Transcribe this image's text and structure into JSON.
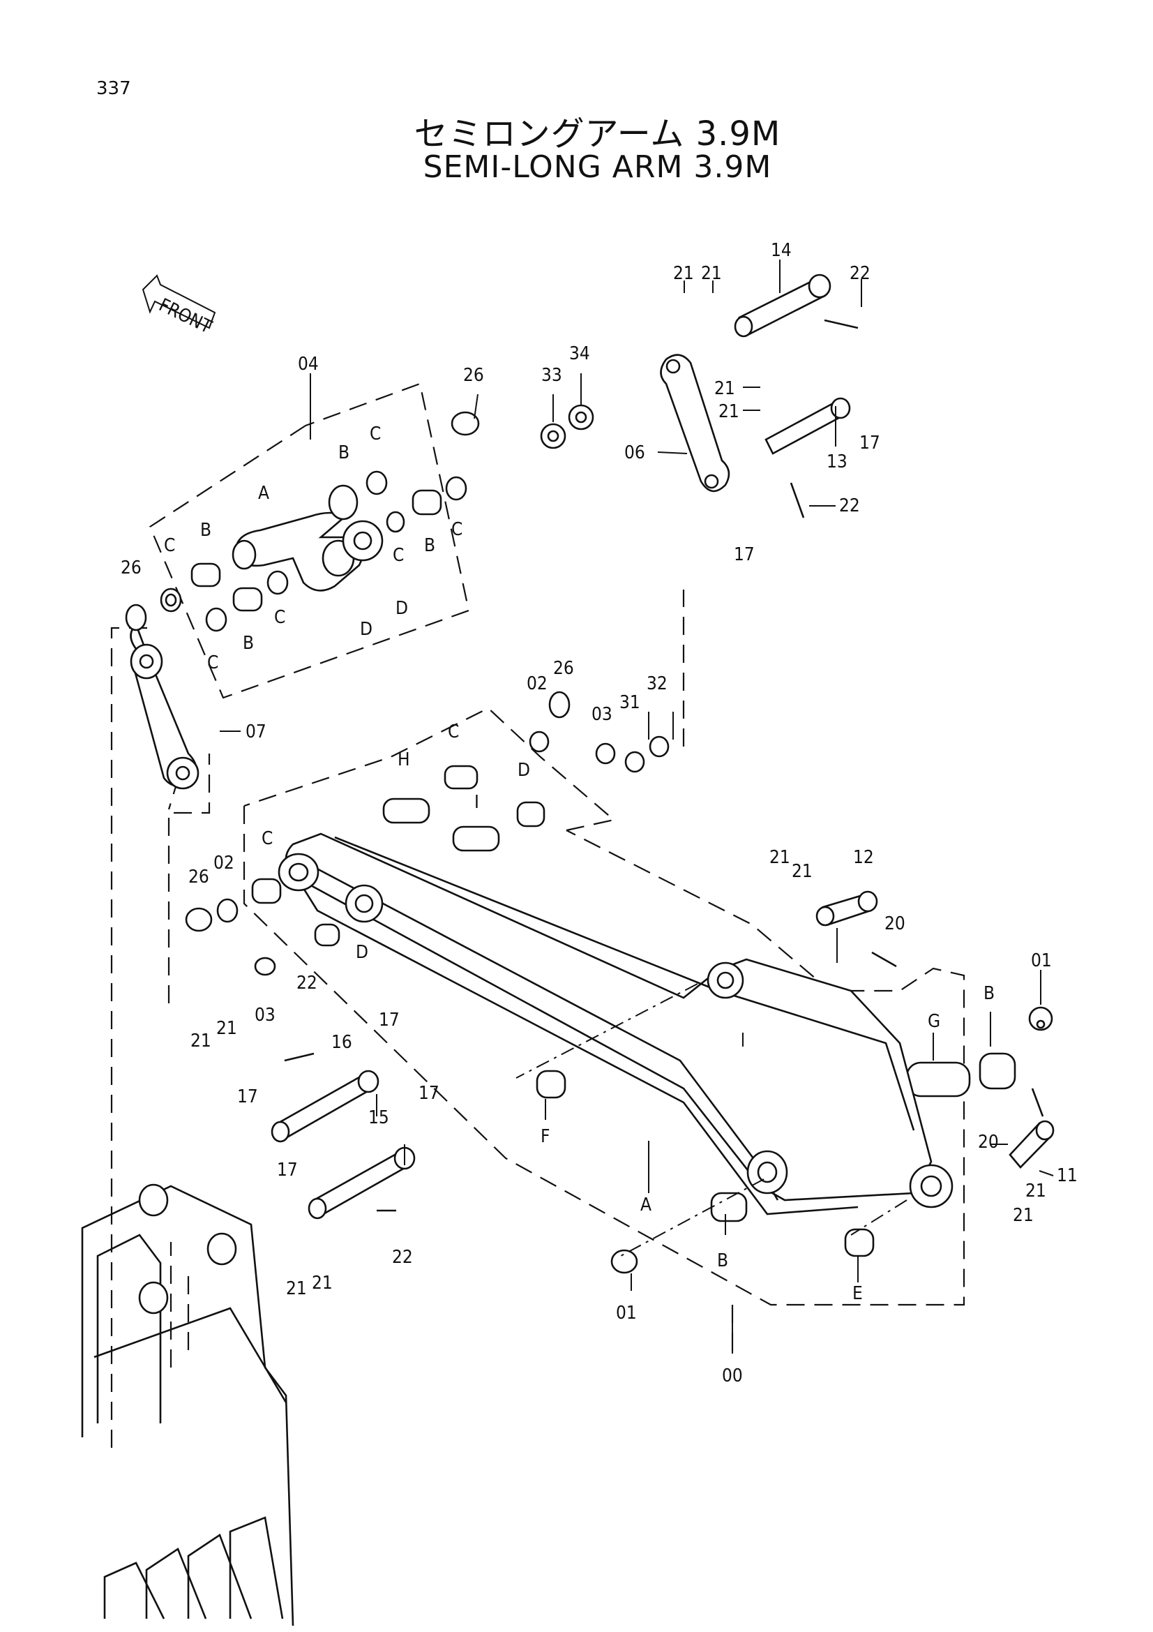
{
  "page_number": "337",
  "title_jp": "セミロングアーム 3.9M",
  "title_en": "SEMI-LONG ARM 3.9M",
  "front_label": "FRONT",
  "labels": [
    {
      "id": "l14",
      "text": "14"
    },
    {
      "id": "l21a",
      "text": "21"
    },
    {
      "id": "l21b",
      "text": "21"
    },
    {
      "id": "l22a",
      "text": "22"
    },
    {
      "id": "l04",
      "text": "04"
    },
    {
      "id": "l26a",
      "text": "26"
    },
    {
      "id": "l33",
      "text": "33"
    },
    {
      "id": "l34",
      "text": "34"
    },
    {
      "id": "l21c",
      "text": "21"
    },
    {
      "id": "l21d",
      "text": "21"
    },
    {
      "id": "l17a",
      "text": "17"
    },
    {
      "id": "l13",
      "text": "13"
    },
    {
      "id": "l06",
      "text": "06"
    },
    {
      "id": "l22b",
      "text": "22"
    },
    {
      "id": "l17b",
      "text": "17"
    },
    {
      "id": "lB1",
      "text": "B"
    },
    {
      "id": "lC1",
      "text": "C"
    },
    {
      "id": "lA1",
      "text": "A"
    },
    {
      "id": "lB2",
      "text": "B"
    },
    {
      "id": "lC2",
      "text": "C"
    },
    {
      "id": "lB3",
      "text": "B"
    },
    {
      "id": "lC3",
      "text": "C"
    },
    {
      "id": "lC4",
      "text": "C"
    },
    {
      "id": "lD1",
      "text": "D"
    },
    {
      "id": "lD2",
      "text": "D"
    },
    {
      "id": "lC5",
      "text": "C"
    },
    {
      "id": "lB4",
      "text": "B"
    },
    {
      "id": "lC6",
      "text": "C"
    },
    {
      "id": "l26b",
      "text": "26"
    },
    {
      "id": "l07",
      "text": "07"
    },
    {
      "id": "l02a",
      "text": "02"
    },
    {
      "id": "l26c",
      "text": "26"
    },
    {
      "id": "l03a",
      "text": "03"
    },
    {
      "id": "l31",
      "text": "31"
    },
    {
      "id": "l32",
      "text": "32"
    },
    {
      "id": "lH",
      "text": "H"
    },
    {
      "id": "lC7",
      "text": "C"
    },
    {
      "id": "lD3",
      "text": "D"
    },
    {
      "id": "lI",
      "text": "I"
    },
    {
      "id": "l26d",
      "text": "26"
    },
    {
      "id": "l02b",
      "text": "02"
    },
    {
      "id": "lC8",
      "text": "C"
    },
    {
      "id": "lD4",
      "text": "D"
    },
    {
      "id": "l03b",
      "text": "03"
    },
    {
      "id": "l21e",
      "text": "21"
    },
    {
      "id": "l21f",
      "text": "21"
    },
    {
      "id": "l12",
      "text": "12"
    },
    {
      "id": "l20a",
      "text": "20"
    },
    {
      "id": "l01a",
      "text": "01"
    },
    {
      "id": "lB5",
      "text": "B"
    },
    {
      "id": "lG",
      "text": "G"
    },
    {
      "id": "l22c",
      "text": "22"
    },
    {
      "id": "l21g",
      "text": "21"
    },
    {
      "id": "l21h",
      "text": "21"
    },
    {
      "id": "l16",
      "text": "16"
    },
    {
      "id": "l17c",
      "text": "17"
    },
    {
      "id": "l17d",
      "text": "17"
    },
    {
      "id": "l17e",
      "text": "17"
    },
    {
      "id": "l15",
      "text": "15"
    },
    {
      "id": "l17f",
      "text": "17"
    },
    {
      "id": "l22d",
      "text": "22"
    },
    {
      "id": "l21i",
      "text": "21"
    },
    {
      "id": "l21j",
      "text": "21"
    },
    {
      "id": "lF",
      "text": "F"
    },
    {
      "id": "lA2",
      "text": "A"
    },
    {
      "id": "l20b",
      "text": "20"
    },
    {
      "id": "l11",
      "text": "11"
    },
    {
      "id": "l21k",
      "text": "21"
    },
    {
      "id": "l21l",
      "text": "21"
    },
    {
      "id": "lB6",
      "text": "B"
    },
    {
      "id": "lE",
      "text": "E"
    },
    {
      "id": "l01b",
      "text": "01"
    },
    {
      "id": "l00",
      "text": "00"
    }
  ]
}
